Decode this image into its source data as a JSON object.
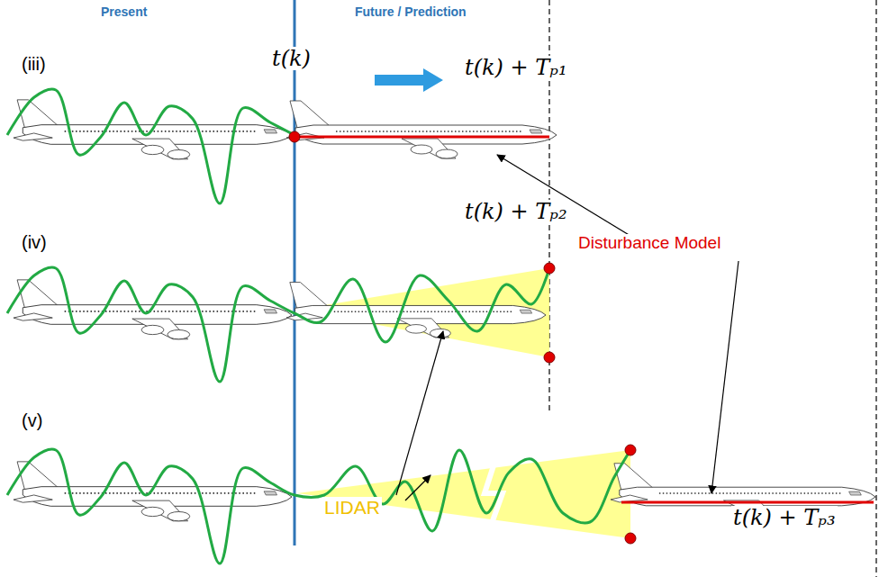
{
  "diagram": {
    "labels": [
      "Present",
      "Future / Prediction",
      "(iii)",
      "t(k)",
      "t(k) + Tₚ₁",
      "(iv)",
      "t(k) + Tₚ₂",
      "Disturbance Model",
      "(v)",
      "LIDAR",
      "t(k) + Tₚ₃"
    ]
  }
}
